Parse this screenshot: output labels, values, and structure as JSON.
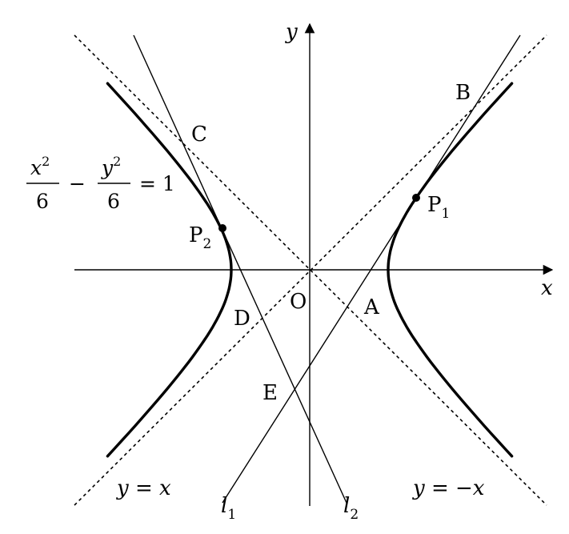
{
  "axes": {
    "x_label": "x",
    "y_label": "y",
    "origin_label": "O"
  },
  "equation": {
    "num_left": "x",
    "num_left_exp": "2",
    "den_left": "6",
    "minus": "−",
    "num_right": "y",
    "num_right_exp": "2",
    "den_right": "6",
    "equals_one": "= 1"
  },
  "asymptotes": {
    "left_label": "y = x",
    "right_label": "y = −x"
  },
  "points": {
    "A": "A",
    "B": "B",
    "C": "C",
    "D": "D",
    "E": "E",
    "P1": "P",
    "P1_sub": "1",
    "P2": "P",
    "P2_sub": "2"
  },
  "lines": {
    "l1": "l",
    "l1_sub": "1",
    "l2": "l",
    "l2_sub": "2"
  },
  "colors": {
    "ink": "#000000",
    "background": "#ffffff"
  }
}
